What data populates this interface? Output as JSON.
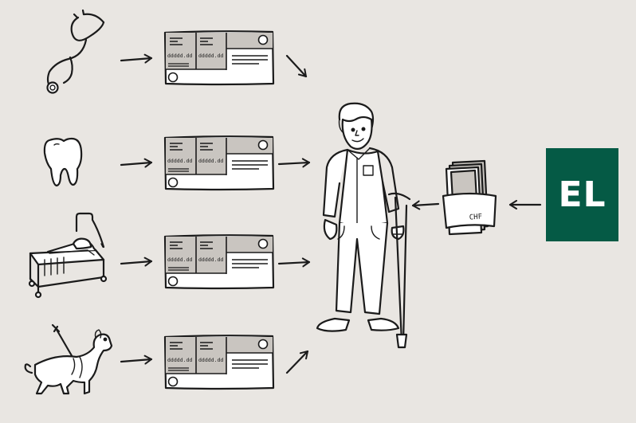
{
  "illustration": {
    "sources": [
      {
        "name": "stethoscope-icon"
      },
      {
        "name": "tooth-icon"
      },
      {
        "name": "hospital-bed-icon"
      },
      {
        "name": "guide-dog-icon"
      }
    ],
    "invoice_field_text": [
      "ddddd.dd",
      "ddddd.dd"
    ],
    "money_label": "CHF",
    "logo": {
      "text": "EL",
      "color": "#055a45"
    },
    "colors": {
      "background": "#e9e6e2",
      "line": "#1b1b1b",
      "invoice_gray": "#c9c5c0",
      "logo_green": "#055a45"
    }
  }
}
